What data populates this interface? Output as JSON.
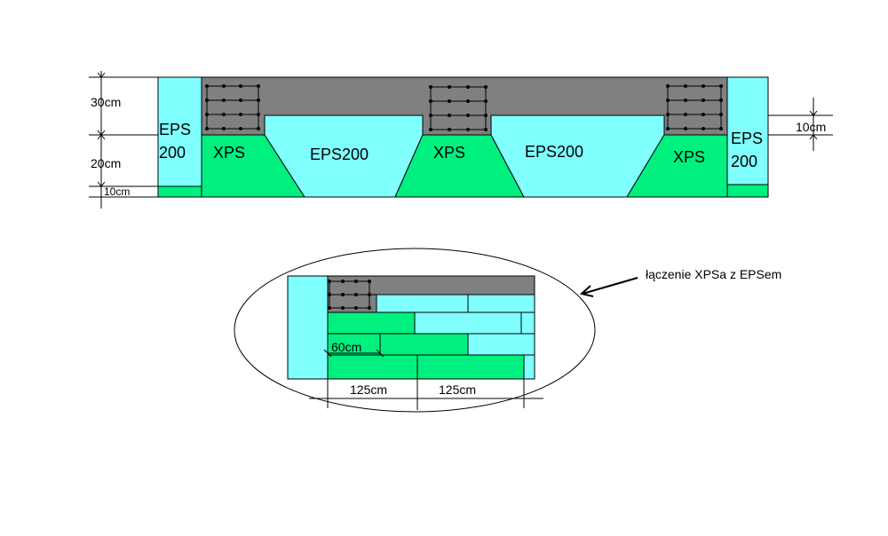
{
  "colors": {
    "concrete": "#808080",
    "eps": "#80ffff",
    "xps": "#00f080",
    "outline": "#000000"
  },
  "top_section": {
    "eps200_left_line1": "EPS",
    "eps200_left_line2": "200",
    "eps200_right_line1": "EPS",
    "eps200_right_line2": "200",
    "xps_left": "XPS",
    "xps_center": "XPS",
    "xps_right": "XPS",
    "eps200_center_left": "EPS200",
    "eps200_center_right": "EPS200",
    "dim_30cm": "30cm",
    "dim_20cm": "20cm",
    "dim_10cm_bottom": "10cm",
    "dim_10cm_right": "10cm"
  },
  "detail_section": {
    "annotation": "łączenie XPSa z EPSem",
    "dim_60cm": "60cm",
    "dim_125cm_a": "125cm",
    "dim_125cm_b": "125cm"
  }
}
